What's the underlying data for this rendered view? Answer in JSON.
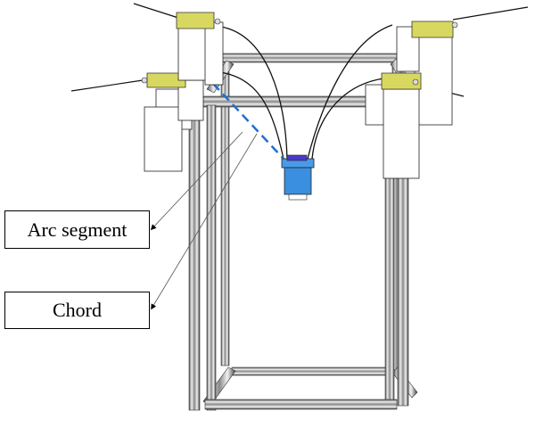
{
  "figure": {
    "subject": "Cable-driven parallel robot frame with end effector",
    "labels": {
      "arc_segment": "Arc segment",
      "chord": "Chord"
    },
    "colors": {
      "bracket": "#d8d860",
      "end_effector": "#3a8fe0",
      "end_effector_top": "#4a3ac8",
      "chord_line": "#1f6fd0",
      "frame": "#c8c8c8",
      "outline": "#222222"
    }
  }
}
